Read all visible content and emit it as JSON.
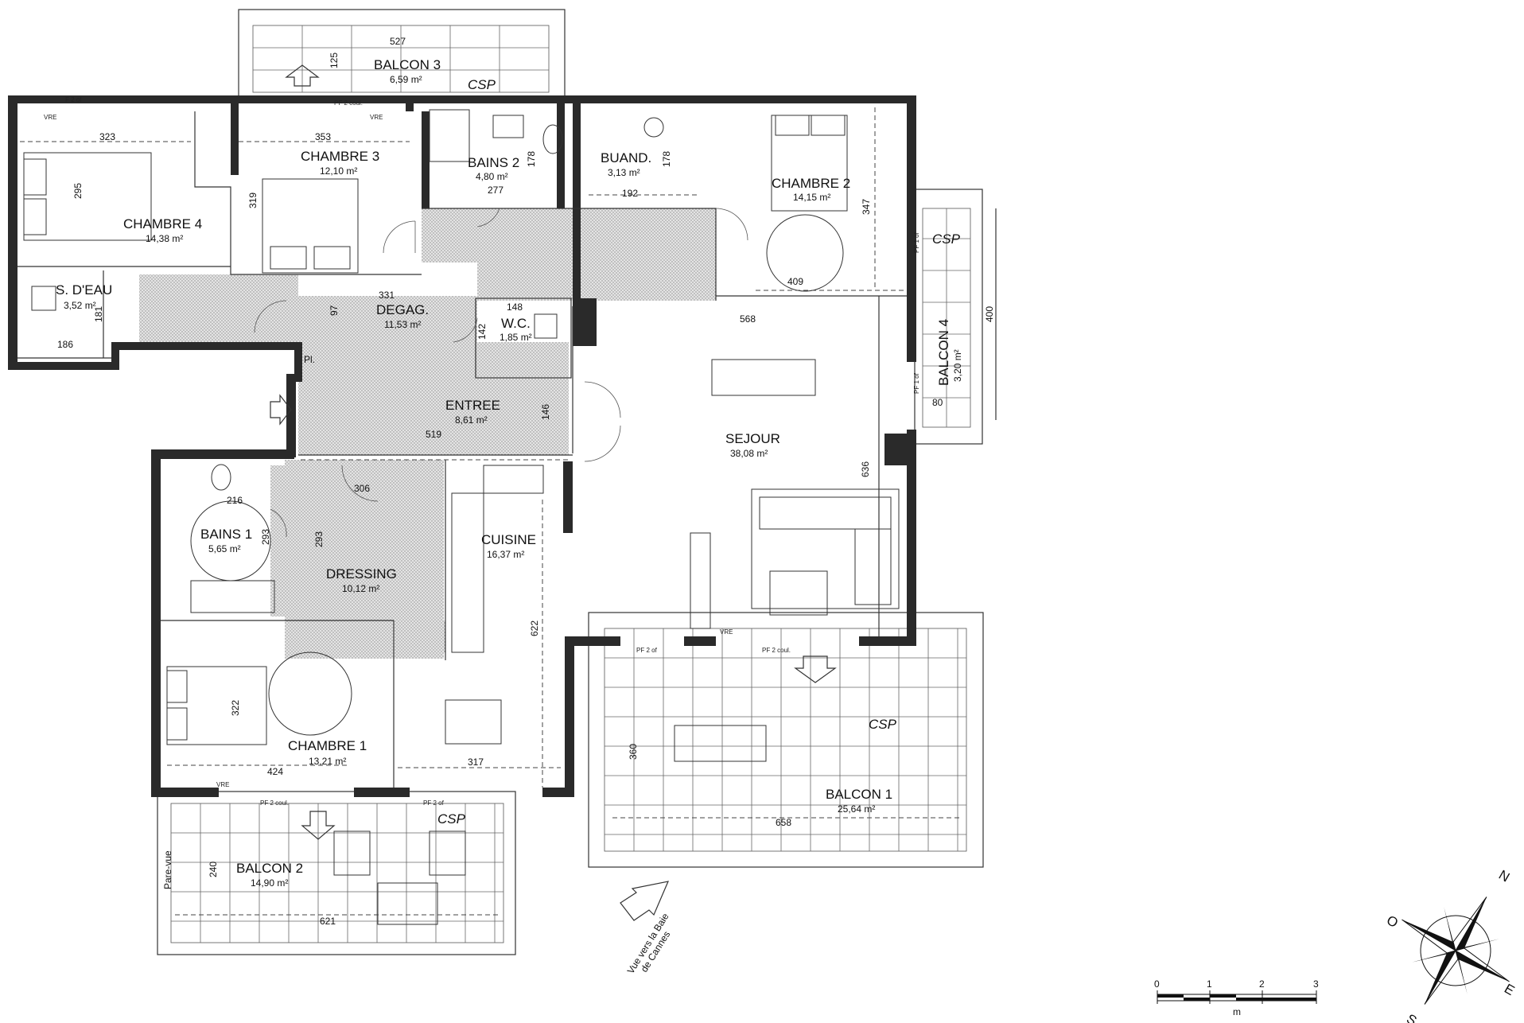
{
  "rooms": {
    "chambre4": {
      "name": "CHAMBRE 4",
      "area": "14,38 m²"
    },
    "chambre3": {
      "name": "CHAMBRE 3",
      "area": "12,10 m²"
    },
    "bains2": {
      "name": "BAINS 2",
      "area": "4,80 m²"
    },
    "buanderie": {
      "name": "BUAND.",
      "area": "3,13 m²"
    },
    "chambre2": {
      "name": "CHAMBRE 2",
      "area": "14,15 m²"
    },
    "sdeau": {
      "name": "S. D'EAU",
      "area": "3,52 m²"
    },
    "degag": {
      "name": "DEGAG.",
      "area": "11,53 m²"
    },
    "wc": {
      "name": "W.C.",
      "area": "1,85 m²"
    },
    "entree": {
      "name": "ENTREE",
      "area": "8,61 m²"
    },
    "sejour": {
      "name": "SEJOUR",
      "area": "38,08 m²"
    },
    "bains1": {
      "name": "BAINS 1",
      "area": "5,65 m²"
    },
    "cuisine": {
      "name": "CUISINE",
      "area": "16,37 m²"
    },
    "dressing": {
      "name": "DRESSING",
      "area": "10,12 m²"
    },
    "chambre1": {
      "name": "CHAMBRE 1",
      "area": "13,21 m²"
    },
    "balcon1": {
      "name": "BALCON 1",
      "area": "25,64 m²"
    },
    "balcon2": {
      "name": "BALCON 2",
      "area": "14,90 m²"
    },
    "balcon3": {
      "name": "BALCON 3",
      "area": "6,59 m²"
    },
    "balcon4": {
      "name": "BALCON 4",
      "area": "3,20 m²"
    }
  },
  "dimensions": {
    "d527": "527",
    "d125": "125",
    "d323": "323",
    "d295": "295",
    "d353": "353",
    "d319": "319",
    "d178a": "178",
    "d277": "277",
    "d178b": "178",
    "d192": "192",
    "d347": "347",
    "d409": "409",
    "d400": "400",
    "d181": "181",
    "d186": "186",
    "d331": "331",
    "d97": "97",
    "d148": "148",
    "d142": "142",
    "d568": "568",
    "d519": "519",
    "d146": "146",
    "d636": "636",
    "d80": "80",
    "d306": "306",
    "d216": "216",
    "d293a": "293",
    "d293b": "293",
    "d622": "622",
    "d322": "322",
    "d424": "424",
    "d317": "317",
    "d360": "360",
    "d658": "658",
    "d240": "240",
    "d621": "621"
  },
  "annotations": {
    "csp": "CSP",
    "pl": "Pl.",
    "vre": "VRE",
    "f2of": "F 2 of",
    "pf2coul": "PF 2 coul.",
    "pf2of": "PF 2 of",
    "pf1of": "PF 1 of",
    "pare_vue": "Pare-vue",
    "vue_line1": "Vue vers la Baie",
    "vue_line2": "de Cannes"
  },
  "scale": {
    "ticks": [
      "0",
      "1",
      "2",
      "3"
    ],
    "unit": "m"
  },
  "compass": {
    "n": "N",
    "e": "E",
    "s": "S",
    "o": "O"
  }
}
